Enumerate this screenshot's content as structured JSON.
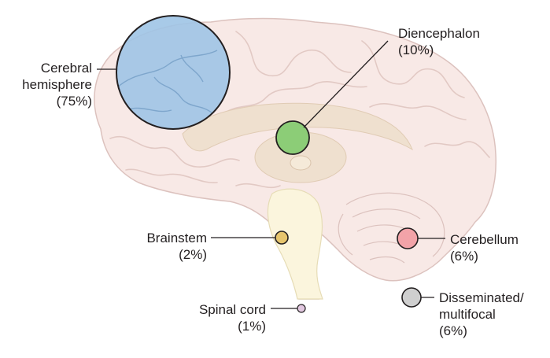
{
  "regions": {
    "cerebral_hemisphere": {
      "name_line1": "Cerebral",
      "name_line2": "hemisphere",
      "percent": "(75%)",
      "value": 75,
      "color": "#9fc4e6"
    },
    "diencephalon": {
      "name": "Diencephalon",
      "percent": "(10%)",
      "value": 10,
      "color": "#8ccd77"
    },
    "brainstem": {
      "name": "Brainstem",
      "percent": "(2%)",
      "value": 2,
      "color": "#e6c56e"
    },
    "cerebellum": {
      "name": "Cerebellum",
      "percent": "(6%)",
      "value": 6,
      "color": "#f2a3a8"
    },
    "spinal_cord": {
      "name": "Spinal cord",
      "percent": "(1%)",
      "value": 1,
      "color": "#e2c8e0"
    },
    "disseminated": {
      "name_line1": "Disseminated/",
      "name_line2": "multifocal",
      "percent": "(6%)",
      "value": 6,
      "color": "#cfcfcf"
    }
  },
  "colors": {
    "brain_fill": "#f8e9e6",
    "brain_outline": "#dcc2be",
    "inner_structures": "#efe0cf",
    "brainstem_fill": "#fbf5dd",
    "leader_line": "#231f20"
  }
}
